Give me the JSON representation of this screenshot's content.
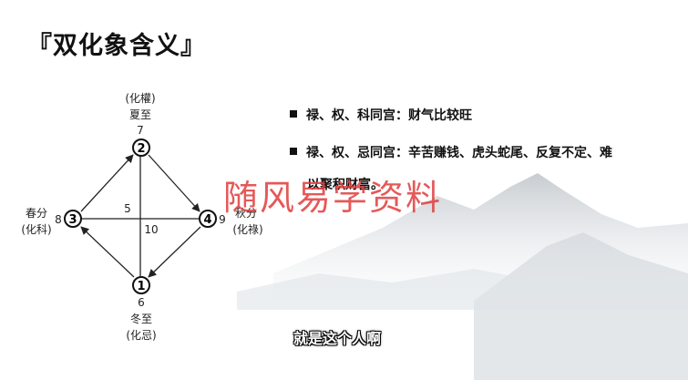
{
  "slide": {
    "title": "『双化象含义』",
    "bullets": [
      "禄、权、科同宫：财气比较旺",
      "禄、权、忌同宫：辛苦赚钱、虎头蛇尾、反复不定、难",
      "以聚积财富。"
    ],
    "watermark": "随风易学资料",
    "subtitle": "就是这个人啊"
  },
  "diagram": {
    "nodes": [
      {
        "num": "2",
        "label": "夏至",
        "sub": "(化權)",
        "value": "7"
      },
      {
        "num": "3",
        "label": "春分",
        "sub": "(化科)",
        "value": "8"
      },
      {
        "num": "4",
        "label": "秋分",
        "sub": "(化祿)",
        "value": "9"
      },
      {
        "num": "1",
        "label": "冬至",
        "sub": "(化忌)",
        "value": "6"
      }
    ],
    "center_values": [
      "5",
      "10"
    ]
  }
}
